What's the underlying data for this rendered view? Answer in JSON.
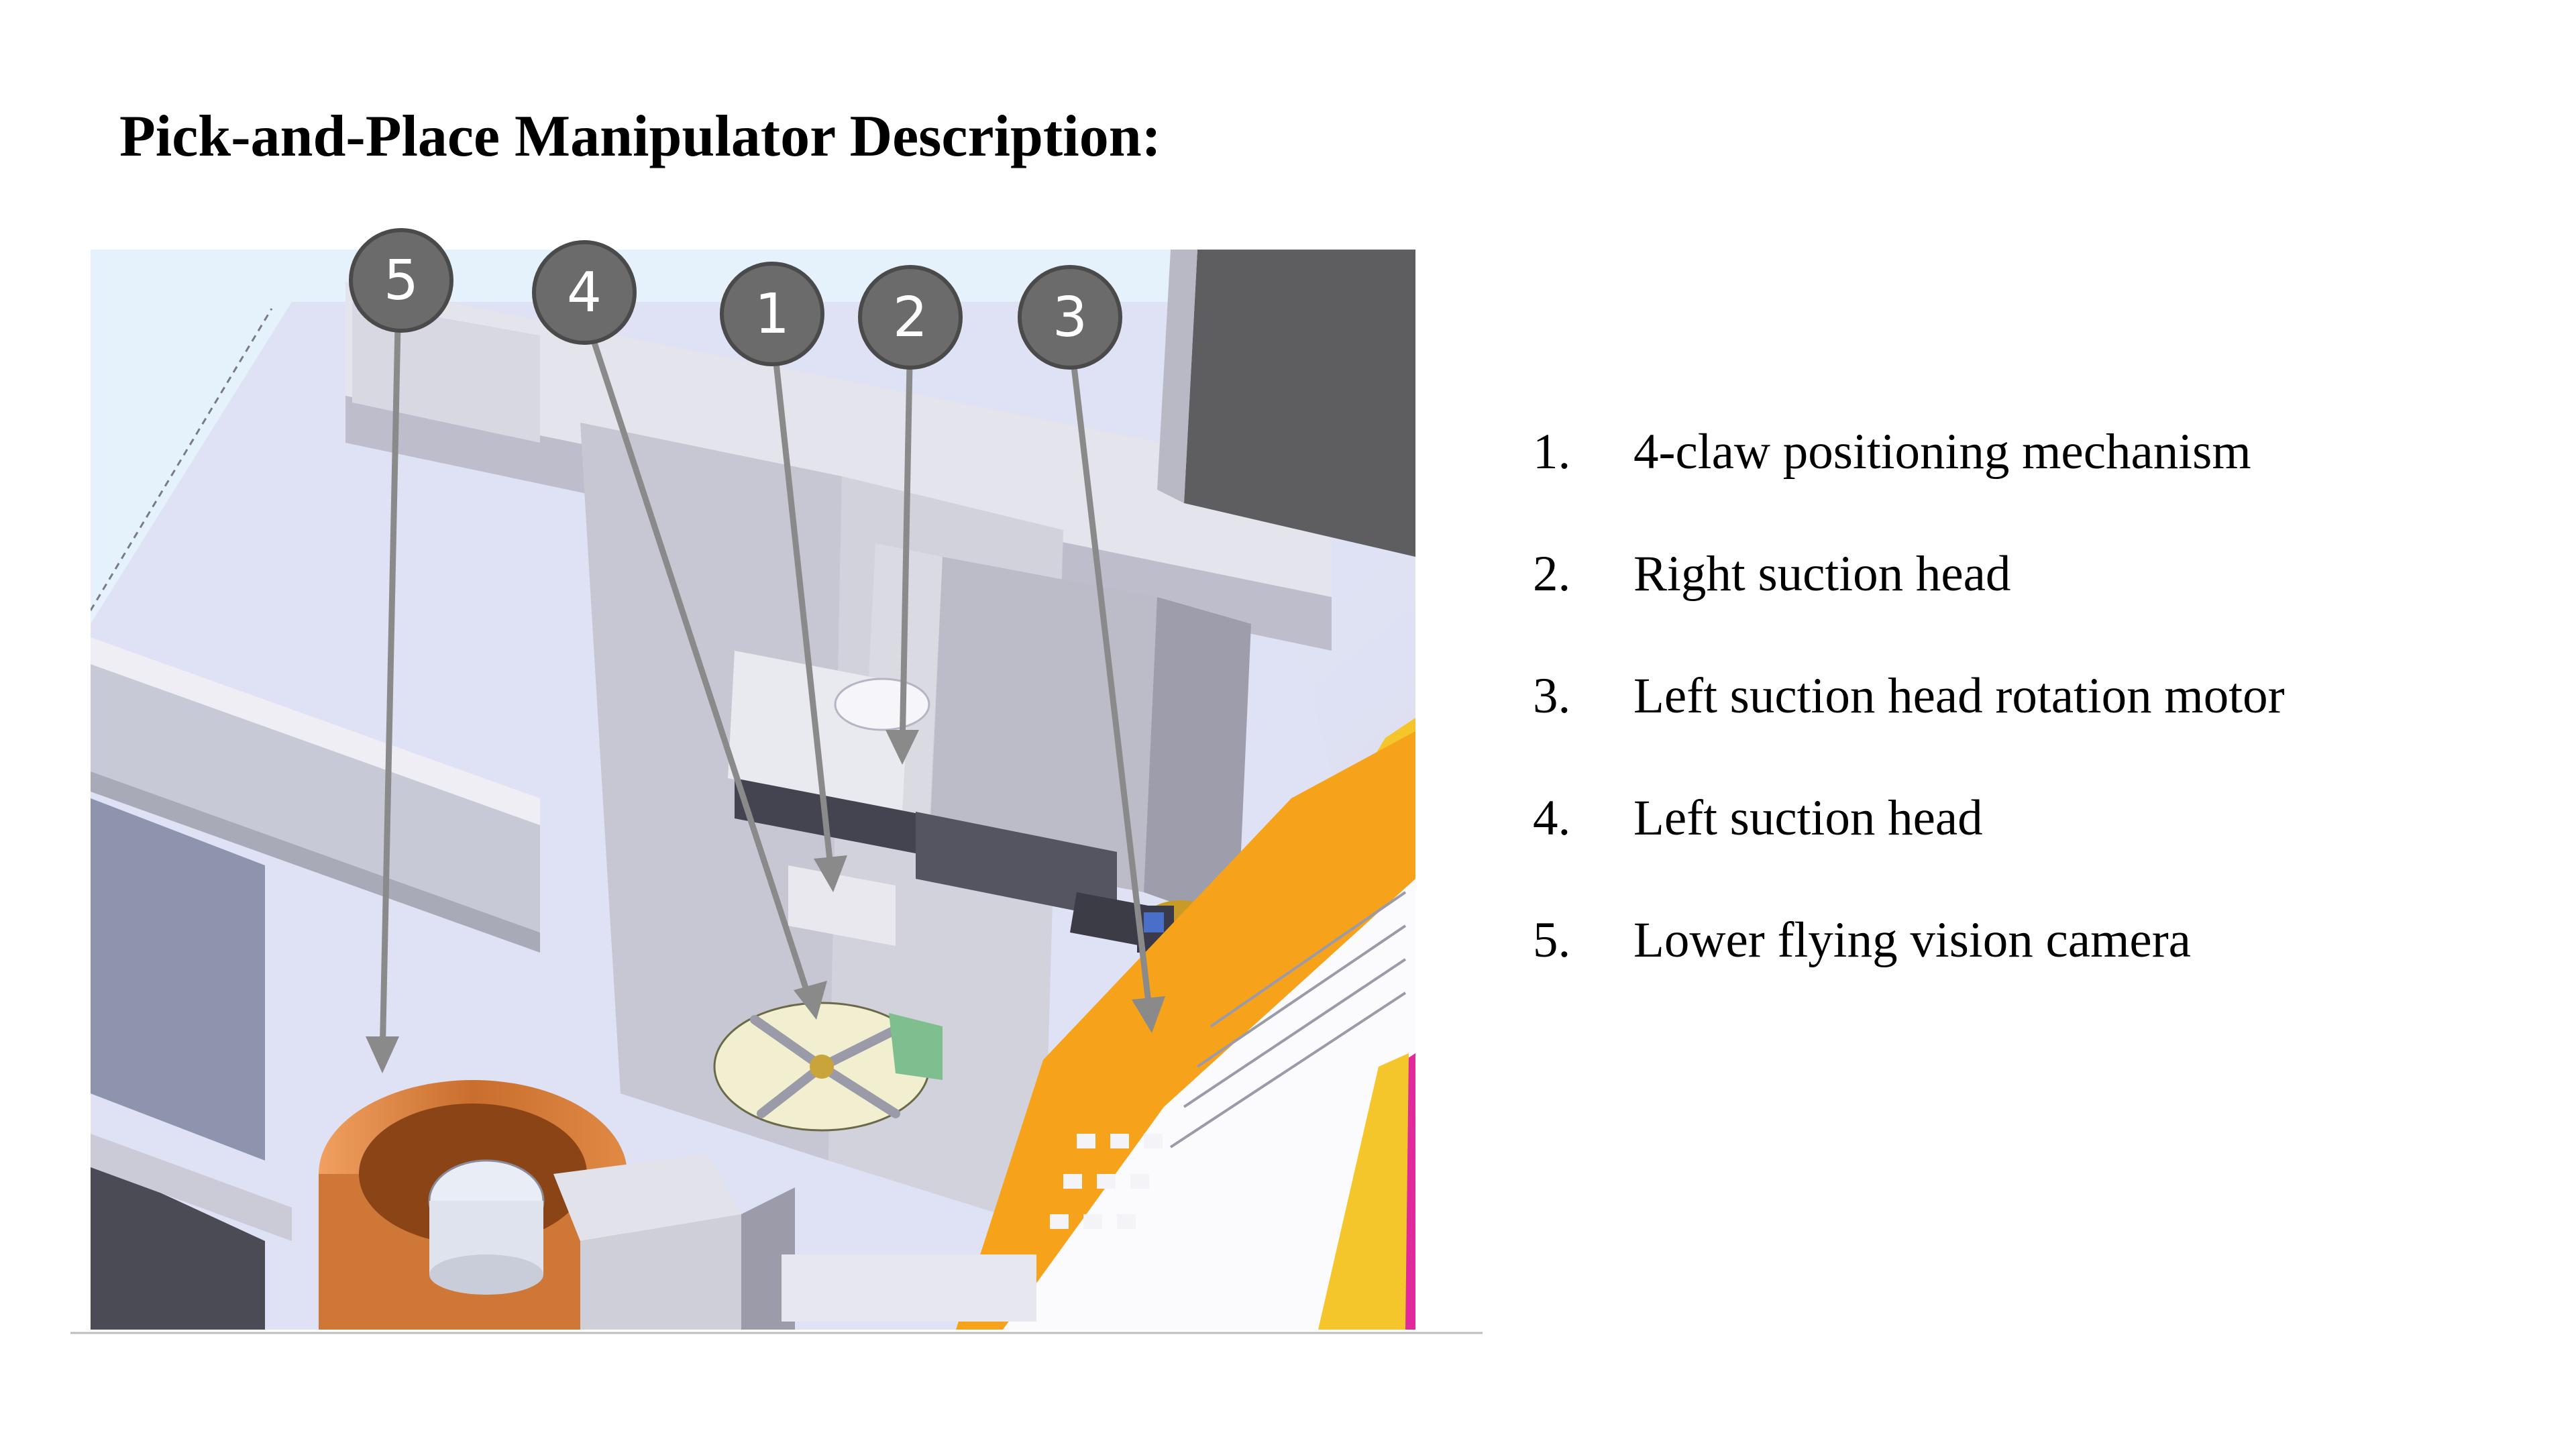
{
  "title": "Pick-and-Place Manipulator Description:",
  "callouts": [
    {
      "number": "1",
      "label": "4-claw positioning mechanism"
    },
    {
      "number": "2",
      "label": "Right suction head"
    },
    {
      "number": "3",
      "label": "Left suction head rotation motor"
    },
    {
      "number": "4",
      "label": "Left suction head"
    },
    {
      "number": "5",
      "label": "Lower flying vision camera"
    }
  ],
  "list_markers": [
    "1.",
    "2.",
    "3.",
    "4.",
    "5."
  ],
  "colors": {
    "callout_circle": "#6b6b6b",
    "callout_line": "#8a8a8a",
    "machine_gray": "#d6d6df",
    "copper": "#d9813f",
    "yellow_rail": "#f5c52c",
    "orange_rail": "#f7a21b",
    "magenta_edge": "#e0299a",
    "background_floor": "#e3e6f7"
  }
}
